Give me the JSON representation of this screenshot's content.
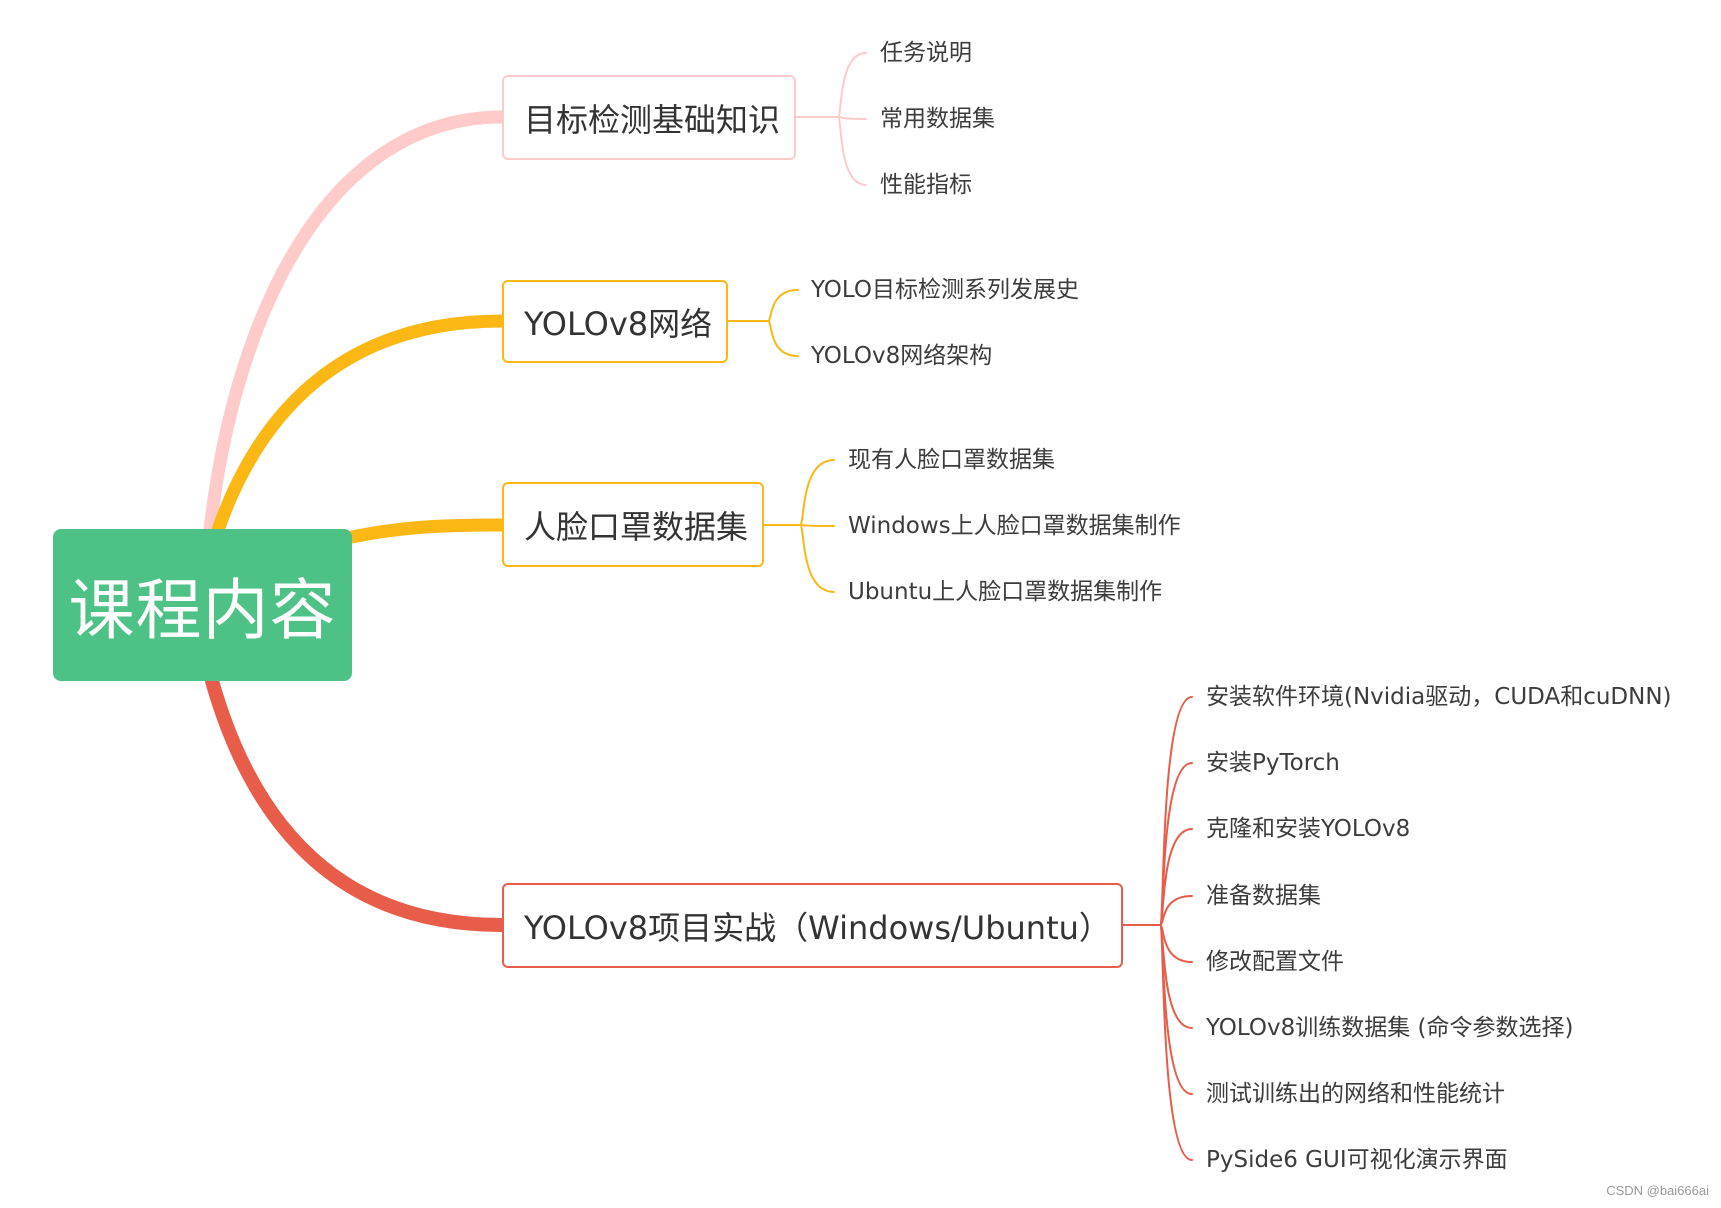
{
  "root": {
    "label": "课程内容",
    "color": "#4ec286"
  },
  "branches": [
    {
      "label": "目标检测基础知识",
      "color": "#ffcaca",
      "children": [
        "任务说明",
        "常用数据集",
        "性能指标"
      ]
    },
    {
      "label": "YOLOv8网络",
      "color": "#fbb714",
      "children": [
        "YOLO目标检测系列发展史",
        "YOLOv8网络架构"
      ]
    },
    {
      "label": "人脸口罩数据集",
      "color": "#fbb714",
      "children": [
        "现有人脸口罩数据集",
        "Windows上人脸口罩数据集制作",
        "Ubuntu上人脸口罩数据集制作"
      ]
    },
    {
      "label": "YOLOv8项目实战（Windows/Ubuntu）",
      "color": "#e85c4a",
      "children": [
        "安装软件环境(Nvidia驱动，CUDA和cuDNN)",
        "安装PyTorch",
        "克隆和安装YOLOv8",
        "准备数据集",
        "修改配置文件",
        "YOLOv8训练数据集 (命令参数选择)",
        "测试训练出的网络和性能统计",
        "PySide6 GUI可视化演示界面"
      ]
    }
  ],
  "watermark": "CSDN @bai666ai"
}
